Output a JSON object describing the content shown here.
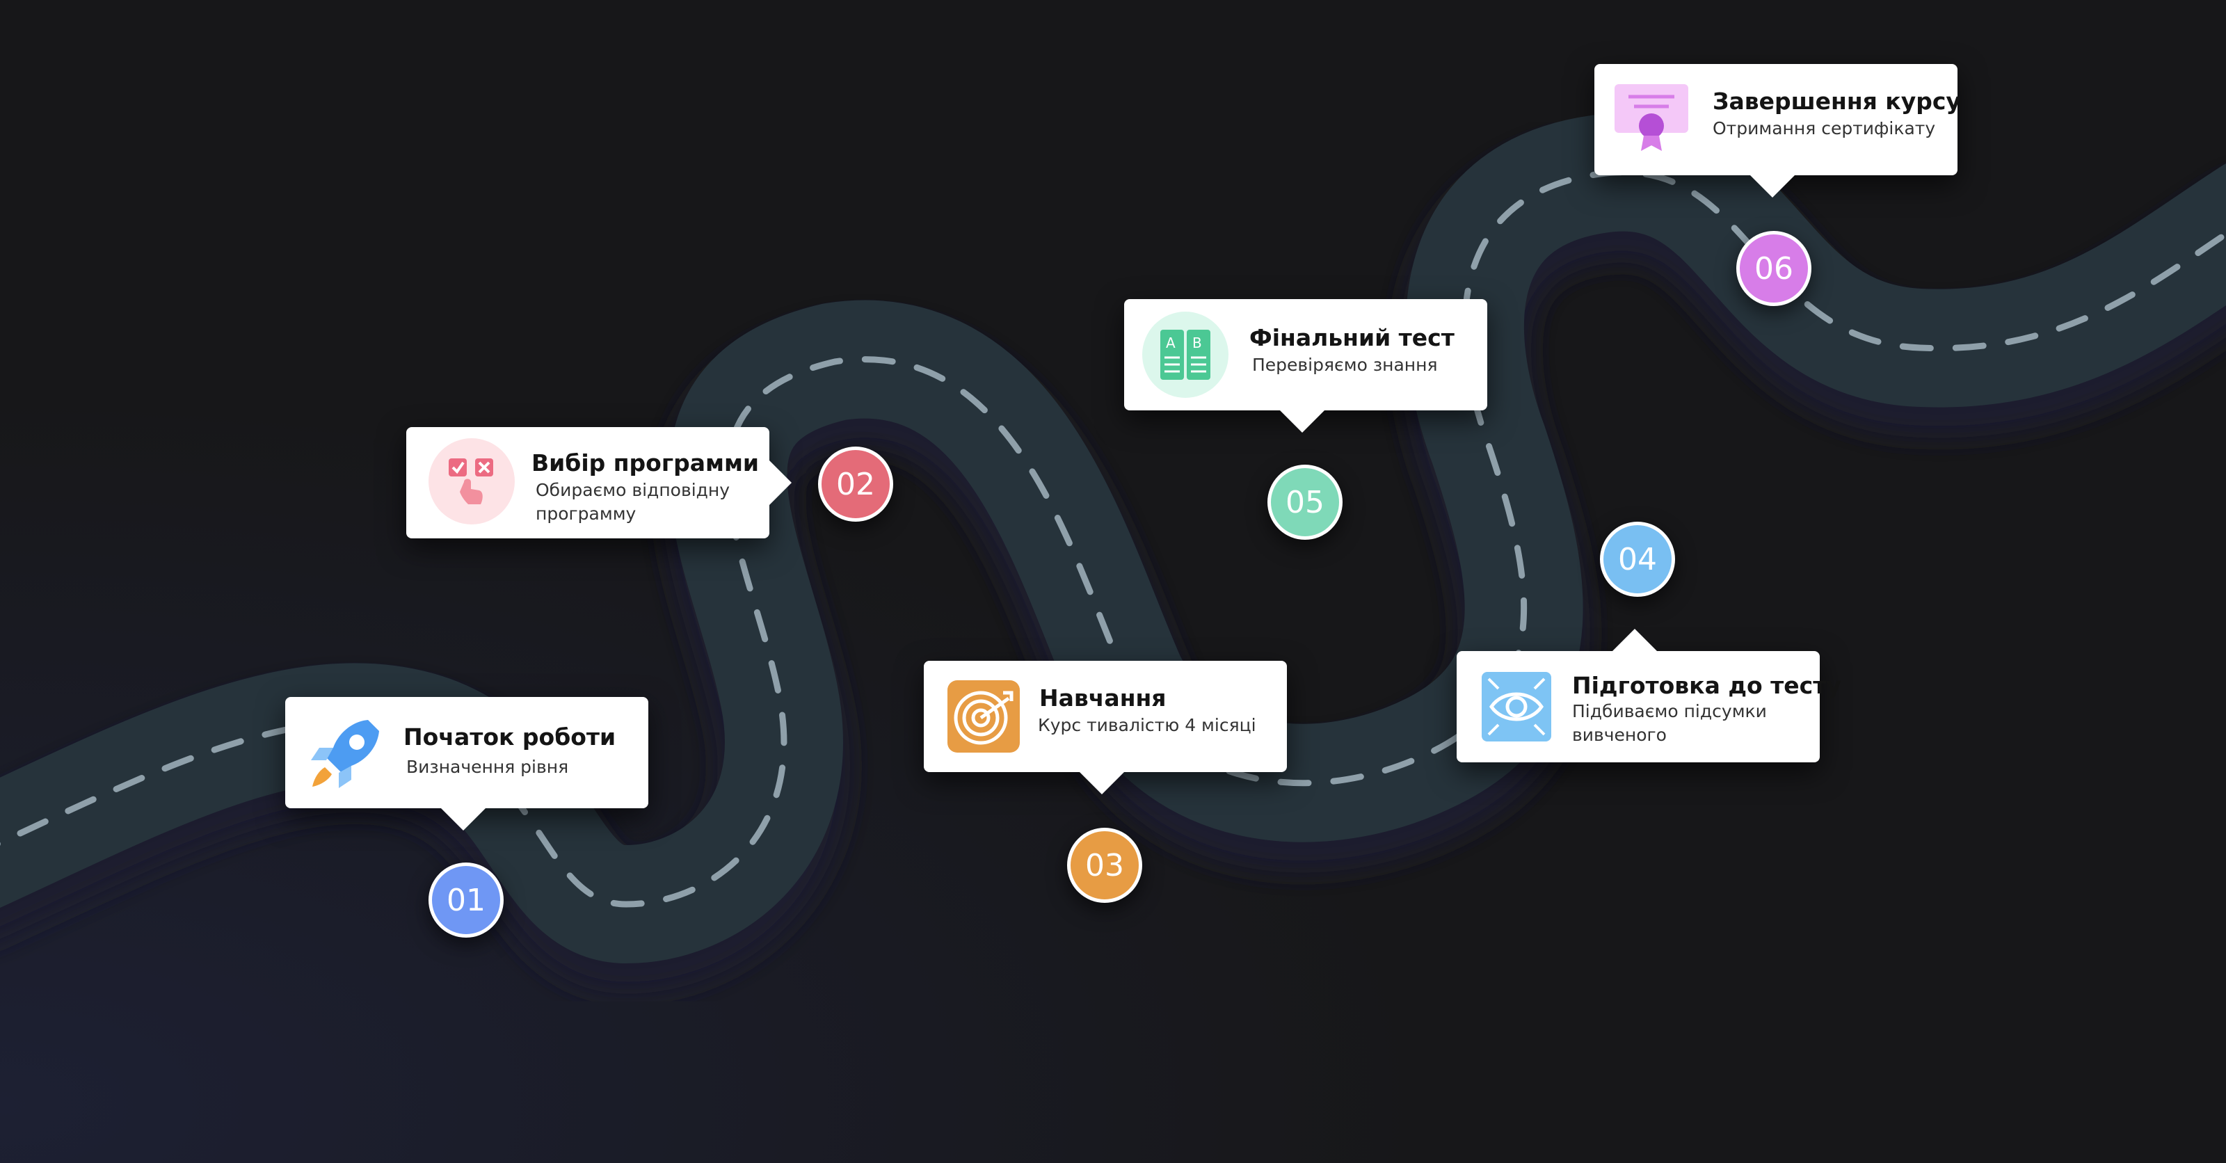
{
  "steps": [
    {
      "number": "01",
      "title": "Початок роботи",
      "subtitle": "Визначення  рівня",
      "icon": "rocket-icon",
      "color": "#6f97f4"
    },
    {
      "number": "02",
      "title": "Вибір программи",
      "subtitle": "Обираємо відповідну программу",
      "icon": "choice-icon",
      "color": "#e46b78"
    },
    {
      "number": "03",
      "title": "Навчання",
      "subtitle": "Курс тиваліcтю 4 місяці",
      "icon": "target-icon",
      "color": "#e79c44"
    },
    {
      "number": "04",
      "title": "Підготовка до тесту",
      "subtitle": "Підбиваємо підсумки вивченого",
      "icon": "eye-icon",
      "color": "#79bff2"
    },
    {
      "number": "05",
      "title": "Фінальний тест",
      "subtitle": "Перевіряємо знання",
      "icon": "test-icon",
      "color": "#7fd9b8"
    },
    {
      "number": "06",
      "title": "Завершення курсу",
      "subtitle": "Отримання сертифікату",
      "icon": "certificate-icon",
      "color": "#d77de8"
    }
  ],
  "colors": {
    "background": "#171719",
    "road": "#26333b",
    "road_shadow": "#1c1b2e",
    "lane_marking": "#8fa0aa",
    "card": "#ffffff"
  }
}
